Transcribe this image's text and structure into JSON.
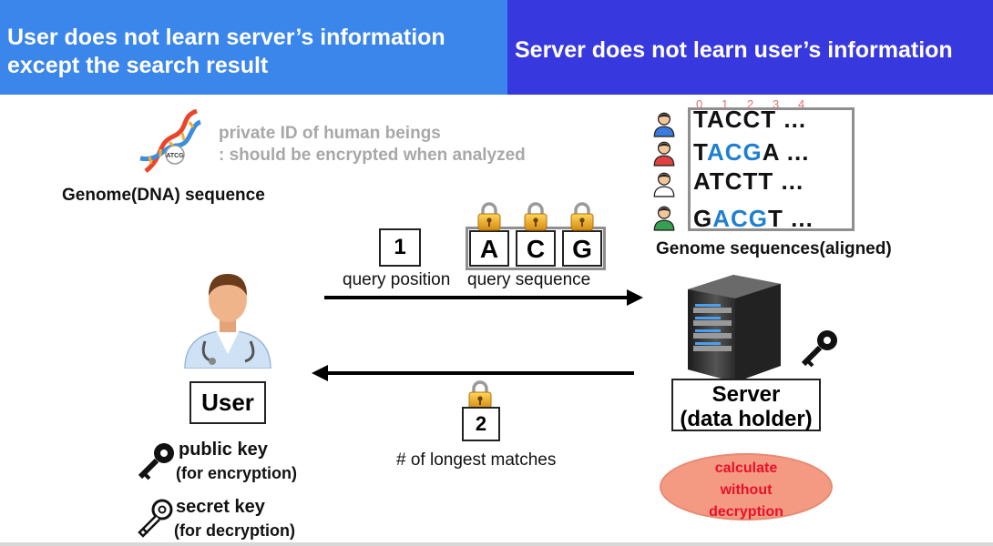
{
  "header": {
    "left_line1": "User does not learn server’s information",
    "left_line2": "except the search result",
    "right": "Server does not learn user’s information"
  },
  "dna": {
    "icon_text": "ATCG",
    "title": "Genome(DNA) sequence",
    "note_line1": "private ID of human beings",
    "note_line2": ": should be encrypted when analyzed"
  },
  "genome_db": {
    "indices": [
      "0",
      "1",
      "2",
      "3",
      "4"
    ],
    "rows": [
      [
        {
          "t": "T",
          "c": "k"
        },
        {
          "t": "A",
          "c": "k"
        },
        {
          "t": "C",
          "c": "k"
        },
        {
          "t": "C",
          "c": "k"
        },
        {
          "t": "T",
          "c": "k"
        },
        {
          "t": " ...",
          "c": "k"
        }
      ],
      [
        {
          "t": "T",
          "c": "k"
        },
        {
          "t": "A",
          "c": "b"
        },
        {
          "t": "C",
          "c": "b"
        },
        {
          "t": "G",
          "c": "b"
        },
        {
          "t": "A",
          "c": "k"
        },
        {
          "t": " ...",
          "c": "k"
        }
      ],
      [
        {
          "t": "A",
          "c": "k"
        },
        {
          "t": "T",
          "c": "k"
        },
        {
          "t": "C",
          "c": "k"
        },
        {
          "t": "T",
          "c": "k"
        },
        {
          "t": "T",
          "c": "k"
        },
        {
          "t": " ...",
          "c": "k"
        }
      ],
      [
        {
          "t": "G",
          "c": "k"
        },
        {
          "t": "A",
          "c": "b"
        },
        {
          "t": "C",
          "c": "b"
        },
        {
          "t": "G",
          "c": "b"
        },
        {
          "t": "T",
          "c": "k"
        },
        {
          "t": " ...",
          "c": "k"
        }
      ]
    ],
    "caption": "Genome sequences(aligned)"
  },
  "query": {
    "position_value": "1",
    "position_label": "query position",
    "sequence": [
      "A",
      "C",
      "G"
    ],
    "sequence_label": "query sequence"
  },
  "response": {
    "value": "2",
    "label": "# of longest matches"
  },
  "user": {
    "label": "User",
    "public_key": "public key",
    "public_key_sub": "(for encryption)",
    "secret_key": "secret key",
    "secret_key_sub": "(for decryption)"
  },
  "server": {
    "label_line1": "Server",
    "label_line2": "(data holder)"
  },
  "note": {
    "line1": "calculate",
    "line2": "without",
    "line3": "decryption"
  },
  "colors": {
    "banner_left": "#3a86ea",
    "banner_right": "#3838df",
    "match_blue": "#1f7fd1",
    "lock_gold": "#e0a020",
    "note_red": "#e8102a",
    "note_fill": "#f59a82"
  }
}
